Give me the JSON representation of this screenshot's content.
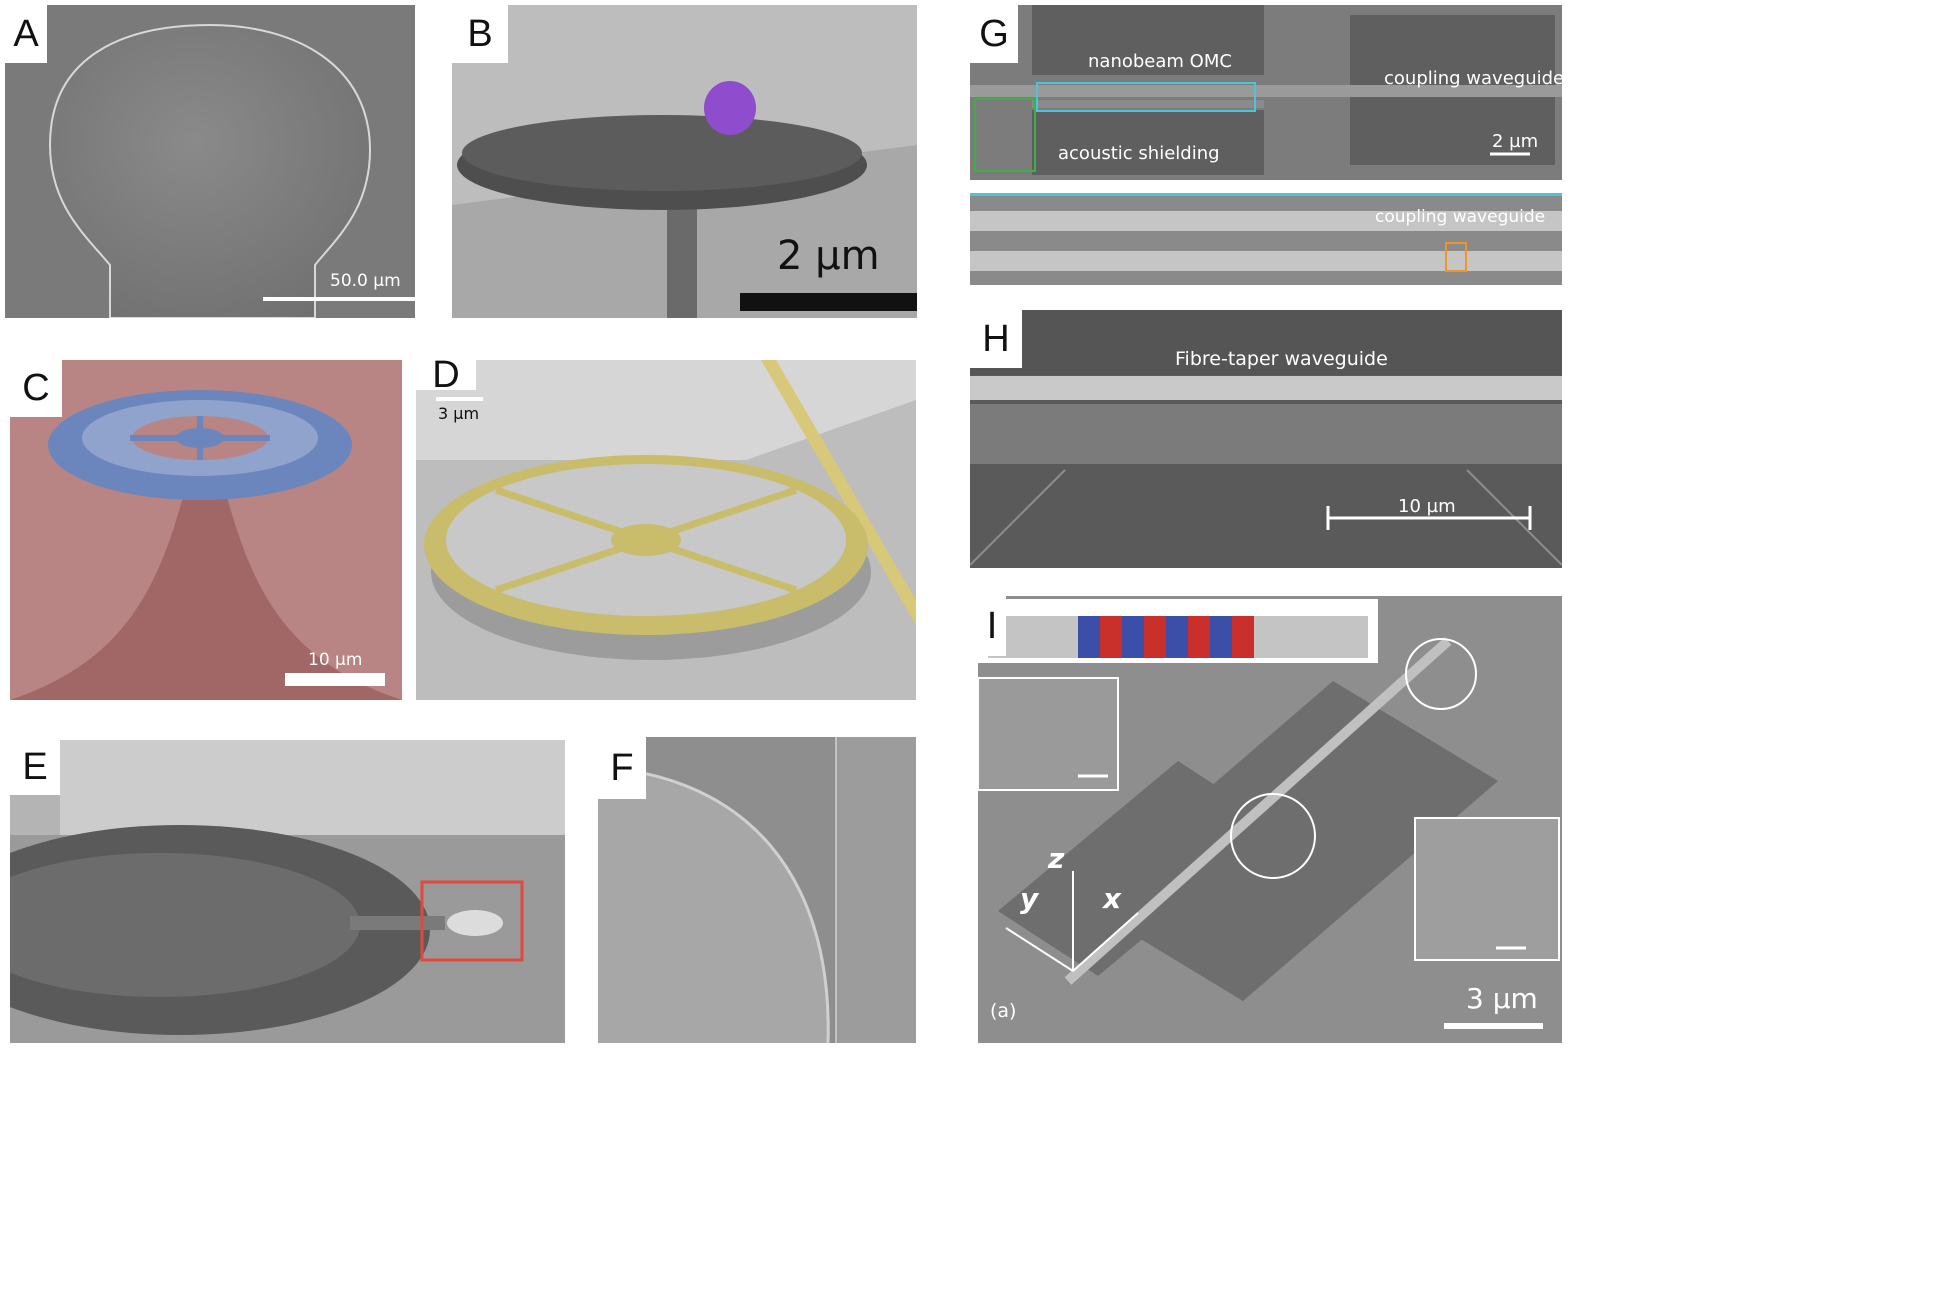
{
  "figure": {
    "panels": {
      "A": {
        "label": "A",
        "scalebar": "50.0 µm"
      },
      "B": {
        "label": "B",
        "scalebar": "2 µm"
      },
      "C": {
        "label": "C",
        "scalebar": "10 µm"
      },
      "D": {
        "label": "D",
        "scalebar": "3 µm"
      },
      "E": {
        "label": "E"
      },
      "F": {
        "label": "F"
      },
      "G": {
        "label": "G",
        "text_nanobeam": "nanobeam OMC",
        "text_coupling": "coupling waveguide",
        "text_shielding": "acoustic shielding",
        "scalebar": "2 µm",
        "text_coupling_zoom": "coupling waveguide"
      },
      "H": {
        "label": "H",
        "text_taper": "Fibre-taper waveguide",
        "scalebar": "10 µm"
      },
      "I": {
        "label": "I",
        "axis_x": "x",
        "axis_y": "y",
        "axis_z": "z",
        "sublabel": "(a)",
        "scalebar": "3 µm"
      }
    },
    "colors": {
      "sem_gray": "#8e8e8e",
      "pink_substrate": "#b87a78",
      "blue_ring": "#6b86bd",
      "gold_ring": "#c9bc6a",
      "purple_particle": "#8f4ccc",
      "red_box": "#e4483b",
      "cyan_box": "#4cc4dc",
      "green_box": "#3fae49",
      "orange_box": "#f0932a"
    }
  }
}
